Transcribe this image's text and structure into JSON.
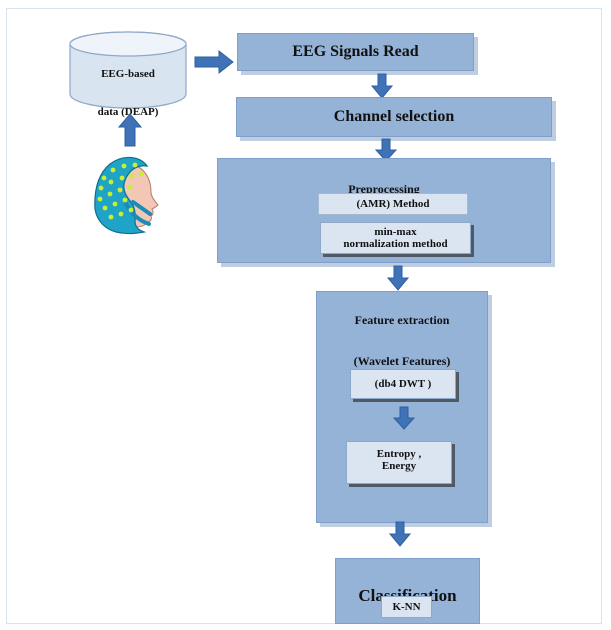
{
  "source": {
    "line1": "EEG-based",
    "line2": "data (DEAP)"
  },
  "steps": {
    "read": "EEG Signals Read",
    "channel": "Channel selection",
    "preprocessing": {
      "title": "Preprocessing",
      "amr": "(AMR) Method",
      "minmax_line1": "min-max",
      "minmax_line2": "normalization method"
    },
    "feature": {
      "title_line1": "Feature extraction",
      "title_line2": "(Wavelet Features)",
      "dwt": "(db4 DWT )",
      "entropy_line1": "Entropy ,",
      "entropy_line2": "Energy"
    },
    "classification": {
      "title": "Classification",
      "knn": "K-NN"
    }
  },
  "colors": {
    "box_fill": "#95b3d7",
    "subbox_fill": "#dbe5f1",
    "arrow": "#3f72b7",
    "cylinder_fill": "#d9e4f1",
    "cap_color": "#1fa4c8",
    "electrode_color": "#c7ef34",
    "face_color": "#f2c7b6"
  },
  "icons": {
    "database": "database-cylinder-icon",
    "head": "eeg-cap-head-icon",
    "arrow": "block-arrow-icon"
  }
}
